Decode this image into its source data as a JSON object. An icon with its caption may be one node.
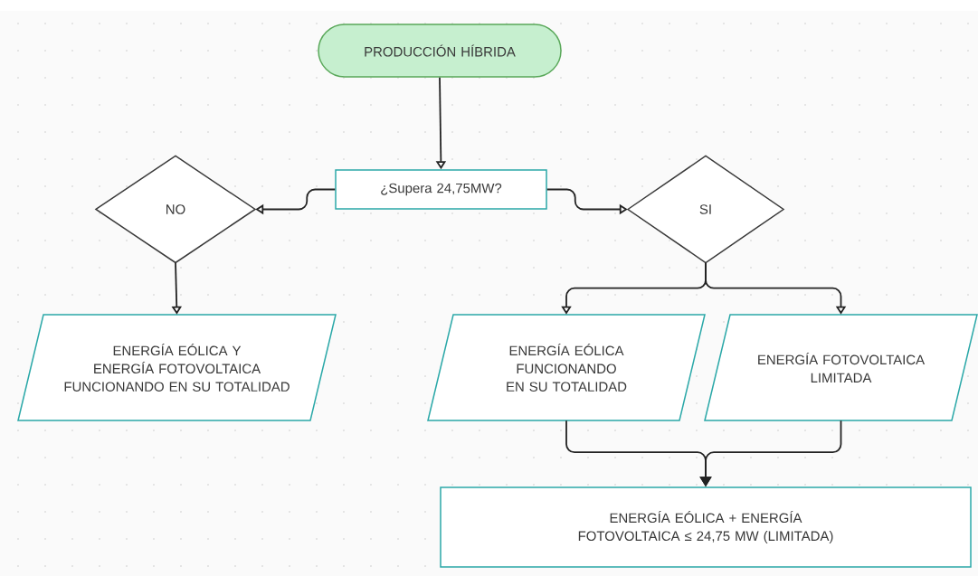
{
  "diagram": {
    "nodes": [
      {
        "text": [
          "PRODUCCIÓN HÍBRIDA"
        ]
      },
      {
        "text": [
          "¿Supera 24,75MW?"
        ]
      },
      {
        "text": [
          "NO"
        ]
      },
      {
        "text": [
          "SI"
        ]
      },
      {
        "text": [
          "ENERGÍA EÓLICA Y ENERGÍA FOTOVOLTAICA FUNCIONANDO EN SU TOTALIDAD"
        ]
      },
      {
        "text": [
          "ENERGÍA EÓLICA FUNCIONANDO EN SU TOTALIDAD"
        ]
      },
      {
        "text": [
          "ENERGÍA FOTOVOLTAICA LIMITADA"
        ]
      },
      {
        "text": [
          "ENERGÍA EÓLICA + ENERGÍA FOTOVOLTAICA ≤ 24,75 MW (LIMITADA)"
        ]
      }
    ],
    "edges": [
      {
        "from": 0,
        "to": 1,
        "arrow": "to"
      },
      {
        "from": 1,
        "to": 2,
        "arrow": "to"
      },
      {
        "from": 1,
        "to": 3,
        "arrow": "to"
      },
      {
        "from": 2,
        "to": 4,
        "arrow": "to"
      },
      {
        "from": 3,
        "to": 5,
        "arrow": "to"
      },
      {
        "from": 3,
        "to": 6,
        "arrow": "to"
      },
      {
        "from": 5,
        "to": 7,
        "arrow": "to"
      },
      {
        "from": 6,
        "to": 7,
        "arrow": "to"
      }
    ]
  }
}
